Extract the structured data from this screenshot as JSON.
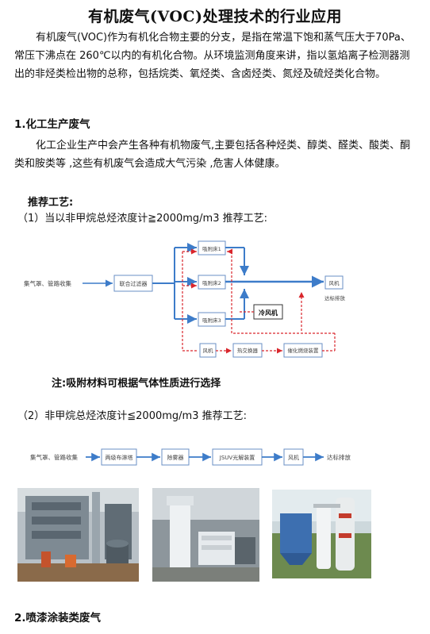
{
  "title": "有机废气(VOC)处理技术的行业应用",
  "intro": "有机废气(VOC)作为有机化合物主要的分支，是指在常温下饱和蒸气压大于70Pa、常压下沸点在 260℃以内的有机化合物。从环境监测角度来讲，指以氢焰离子检测器测出的非烃类检出物的总称，包括烷类、氧烃类、含卤烃类、氮烃及硫烃类化合物。",
  "section1": {
    "heading": "1.化工生产废气",
    "body": "化工企业生产中会产生各种有机物废气,主要包括各种烃类、醇类、醛类、酸类、酮类和胺类等 ,这些有机废气会造成大气污染 ,危害人体健康。",
    "recommend": "推荐工艺:",
    "case1": "（1）当以非甲烷总烃浓度计≧2000mg/m3 推荐工艺:",
    "diagram1": {
      "source": "集气罩、管路收集",
      "filter": "联合过滤器",
      "bed1": "吸附床1",
      "bed2": "吸附床2",
      "bed3": "吸附床3",
      "fan_main": "风机",
      "discharge": "达标排放",
      "cooler": "冷风机",
      "fan_lower": "风机",
      "exchanger": "热交换器",
      "catalytic": "催化燃烧装置"
    },
    "note": "注:吸附材料可根据气体性质进行选择",
    "case2": "（2）非甲烷总烃浓度计≦2000mg/m3 推荐工艺:",
    "diagram2": {
      "source": "集气罩、管路收集",
      "tower": "两级布淋塔",
      "demister": "除雾器",
      "uv": "JSUV光解装置",
      "fan": "风机",
      "discharge": "达标排放"
    }
  },
  "photos": [
    "industrial-plant-photo",
    "white-tower-unit-photo",
    "blue-baghouse-photo"
  ],
  "section2": {
    "heading": "2.喷漆涂装类废气"
  },
  "colors": {
    "flow_blue": "#3d7cc9",
    "dashed_red": "#d9262c",
    "box_border": "#6a8fc4"
  }
}
